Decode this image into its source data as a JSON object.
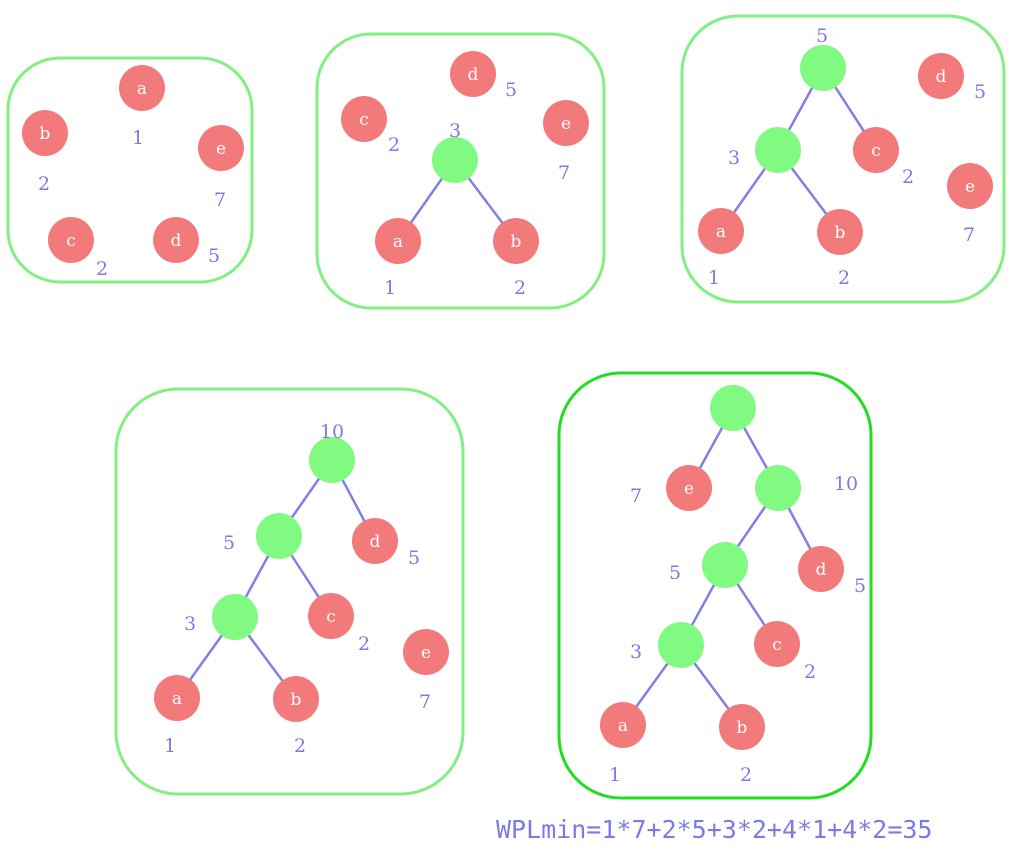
{
  "colors": {
    "panel_border": "#80f080",
    "panel_border_final": "#22dd22",
    "leaf_node": "#f27a7a",
    "internal_node": "#80fa80",
    "edge": "#8080e6",
    "weight_label": "#7b7be6",
    "leaf_text": "#ffffff"
  },
  "panels": [
    {
      "step": 1,
      "nodes": [
        {
          "id": "a",
          "letter": "a",
          "weight": "1"
        },
        {
          "id": "b",
          "letter": "b",
          "weight": "2"
        },
        {
          "id": "c",
          "letter": "c",
          "weight": "2"
        },
        {
          "id": "d",
          "letter": "d",
          "weight": "5"
        },
        {
          "id": "e",
          "letter": "e",
          "weight": "7"
        }
      ],
      "edges": []
    },
    {
      "step": 2,
      "nodes": [
        {
          "id": "n3",
          "weight": "3"
        },
        {
          "id": "a",
          "letter": "a",
          "weight": "1"
        },
        {
          "id": "b",
          "letter": "b",
          "weight": "2"
        },
        {
          "id": "c",
          "letter": "c",
          "weight": "2"
        },
        {
          "id": "d",
          "letter": "d",
          "weight": "5"
        },
        {
          "id": "e",
          "letter": "e",
          "weight": "7"
        }
      ],
      "edges": [
        [
          "n3",
          "a"
        ],
        [
          "n3",
          "b"
        ]
      ]
    },
    {
      "step": 3,
      "nodes": [
        {
          "id": "n5",
          "weight": "5"
        },
        {
          "id": "n3",
          "weight": "3"
        },
        {
          "id": "c",
          "letter": "c",
          "weight": "2"
        },
        {
          "id": "a",
          "letter": "a",
          "weight": "1"
        },
        {
          "id": "b",
          "letter": "b",
          "weight": "2"
        },
        {
          "id": "d",
          "letter": "d",
          "weight": "5"
        },
        {
          "id": "e",
          "letter": "e",
          "weight": "7"
        }
      ],
      "edges": [
        [
          "n5",
          "n3"
        ],
        [
          "n5",
          "c"
        ],
        [
          "n3",
          "a"
        ],
        [
          "n3",
          "b"
        ]
      ]
    },
    {
      "step": 4,
      "nodes": [
        {
          "id": "n10",
          "weight": "10"
        },
        {
          "id": "n5",
          "weight": "5"
        },
        {
          "id": "d",
          "letter": "d",
          "weight": "5"
        },
        {
          "id": "n3",
          "weight": "3"
        },
        {
          "id": "c",
          "letter": "c",
          "weight": "2"
        },
        {
          "id": "a",
          "letter": "a",
          "weight": "1"
        },
        {
          "id": "b",
          "letter": "b",
          "weight": "2"
        },
        {
          "id": "e",
          "letter": "e",
          "weight": "7"
        }
      ],
      "edges": [
        [
          "n10",
          "n5"
        ],
        [
          "n10",
          "d"
        ],
        [
          "n5",
          "n3"
        ],
        [
          "n5",
          "c"
        ],
        [
          "n3",
          "a"
        ],
        [
          "n3",
          "b"
        ]
      ]
    },
    {
      "step": 5,
      "nodes": [
        {
          "id": "root"
        },
        {
          "id": "e",
          "letter": "e",
          "weight": "7"
        },
        {
          "id": "n10",
          "weight": "10"
        },
        {
          "id": "n5",
          "weight": "5"
        },
        {
          "id": "d",
          "letter": "d",
          "weight": "5"
        },
        {
          "id": "n3",
          "weight": "3"
        },
        {
          "id": "c",
          "letter": "c",
          "weight": "2"
        },
        {
          "id": "a",
          "letter": "a",
          "weight": "1"
        },
        {
          "id": "b",
          "letter": "b",
          "weight": "2"
        }
      ],
      "edges": [
        [
          "root",
          "e"
        ],
        [
          "root",
          "n10"
        ],
        [
          "n10",
          "n5"
        ],
        [
          "n10",
          "d"
        ],
        [
          "n5",
          "n3"
        ],
        [
          "n5",
          "c"
        ],
        [
          "n3",
          "a"
        ],
        [
          "n3",
          "b"
        ]
      ]
    }
  ],
  "formula": "WPLmin=1*7+2*5+3*2+4*1+4*2=35"
}
